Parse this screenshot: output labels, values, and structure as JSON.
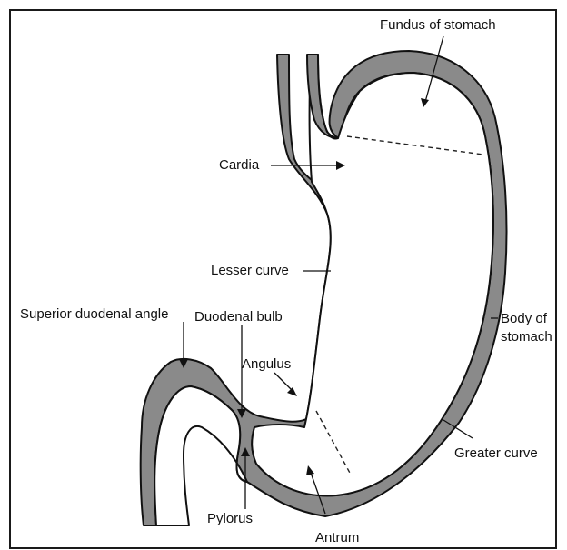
{
  "labels": {
    "fundus": "Fundus of stomach",
    "cardia": "Cardia",
    "lesser_curve": "Lesser curve",
    "superior_duodenal_angle": "Superior duodenal angle",
    "duodenal_bulb": "Duodenal bulb",
    "angulus": "Angulus",
    "body_line1": "Body of",
    "body_line2": "stomach",
    "greater_curve": "Greater curve",
    "pylorus": "Pylorus",
    "antrum": "Antrum"
  },
  "colors": {
    "wall": "#8a8a8a",
    "line": "#111111",
    "background": "#ffffff"
  }
}
